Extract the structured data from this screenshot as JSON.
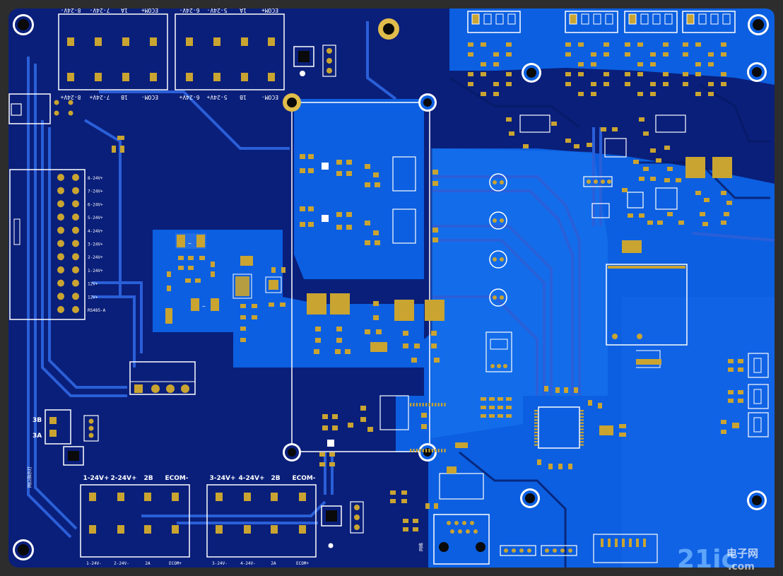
{
  "board": {
    "colors": {
      "outer_bg": "#2d2d2d",
      "board_base": "#0a1f7a",
      "copper_pour": "#0c5fe0",
      "copper_light": "#1a78f2",
      "trace": "#2a5fd8",
      "trace_dark": "#061a66",
      "pad_gold": "#c9a431",
      "pad_gold_light": "#e0bd4a",
      "silkscreen": "#ffffff",
      "hole": "#0a0a0a"
    }
  },
  "top_left_connector": {
    "top_labels": [
      "ECOM+",
      "1A",
      "7-24V-",
      "8-24V-"
    ],
    "bottom_labels": [
      "8-24V+",
      "7-24V+",
      "1B",
      "ECOM-"
    ]
  },
  "top_mid_connector": {
    "top_labels": [
      "ECOM+",
      "1A",
      "5-24V-",
      "6-24V-"
    ],
    "bottom_labels": [
      "6-24V+",
      "5-24V+",
      "1B",
      "ECOM-"
    ]
  },
  "header_left": {
    "labels": [
      "8-24V+",
      "7-24V+",
      "6-24V+",
      "5-24V+",
      "4-24V+",
      "3-24V+",
      "2-24V+",
      "1-24V+",
      "12V+",
      "12V+",
      "RS485-A"
    ]
  },
  "bottom_left_connector": {
    "top_labels": [
      "1-24V+",
      "2-24V+",
      "2B",
      "ECOM-"
    ],
    "bottom_labels": [
      "1-24V-",
      "2-24V-",
      "2A",
      "ECOM+"
    ]
  },
  "bottom_mid_connector": {
    "top_labels": [
      "3-24V+",
      "4-24V+",
      "2B",
      "ECOM-"
    ],
    "bottom_labels": [
      "3-24V-",
      "4-24V-",
      "2A",
      "ECOM+"
    ]
  },
  "left_side": {
    "ab_labels": [
      "3B",
      "3A"
    ],
    "vertical_label": "网口指示灯"
  },
  "ethernet": {
    "label": "网络"
  },
  "watermark": {
    "brand": "21ic",
    "cn": "电子网",
    "domain": ".com"
  }
}
